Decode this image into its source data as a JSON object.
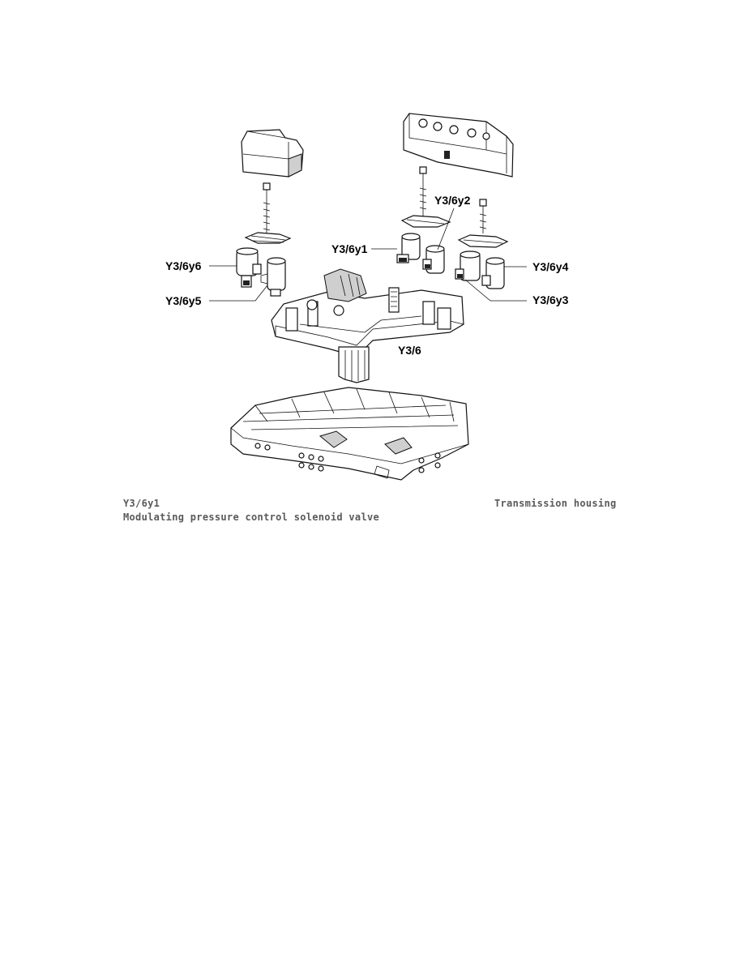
{
  "diagram": {
    "callouts": {
      "y6": "Y3/6y6",
      "y5": "Y3/6y5",
      "y1": "Y3/6y1",
      "y2": "Y3/6y2",
      "y4": "Y3/6y4",
      "y3": "Y3/6y3",
      "main": "Y3/6"
    }
  },
  "caption": {
    "component_code": "Y3/6y1",
    "component_name": "Modulating pressure control solenoid valve",
    "location": "Transmission housing"
  }
}
